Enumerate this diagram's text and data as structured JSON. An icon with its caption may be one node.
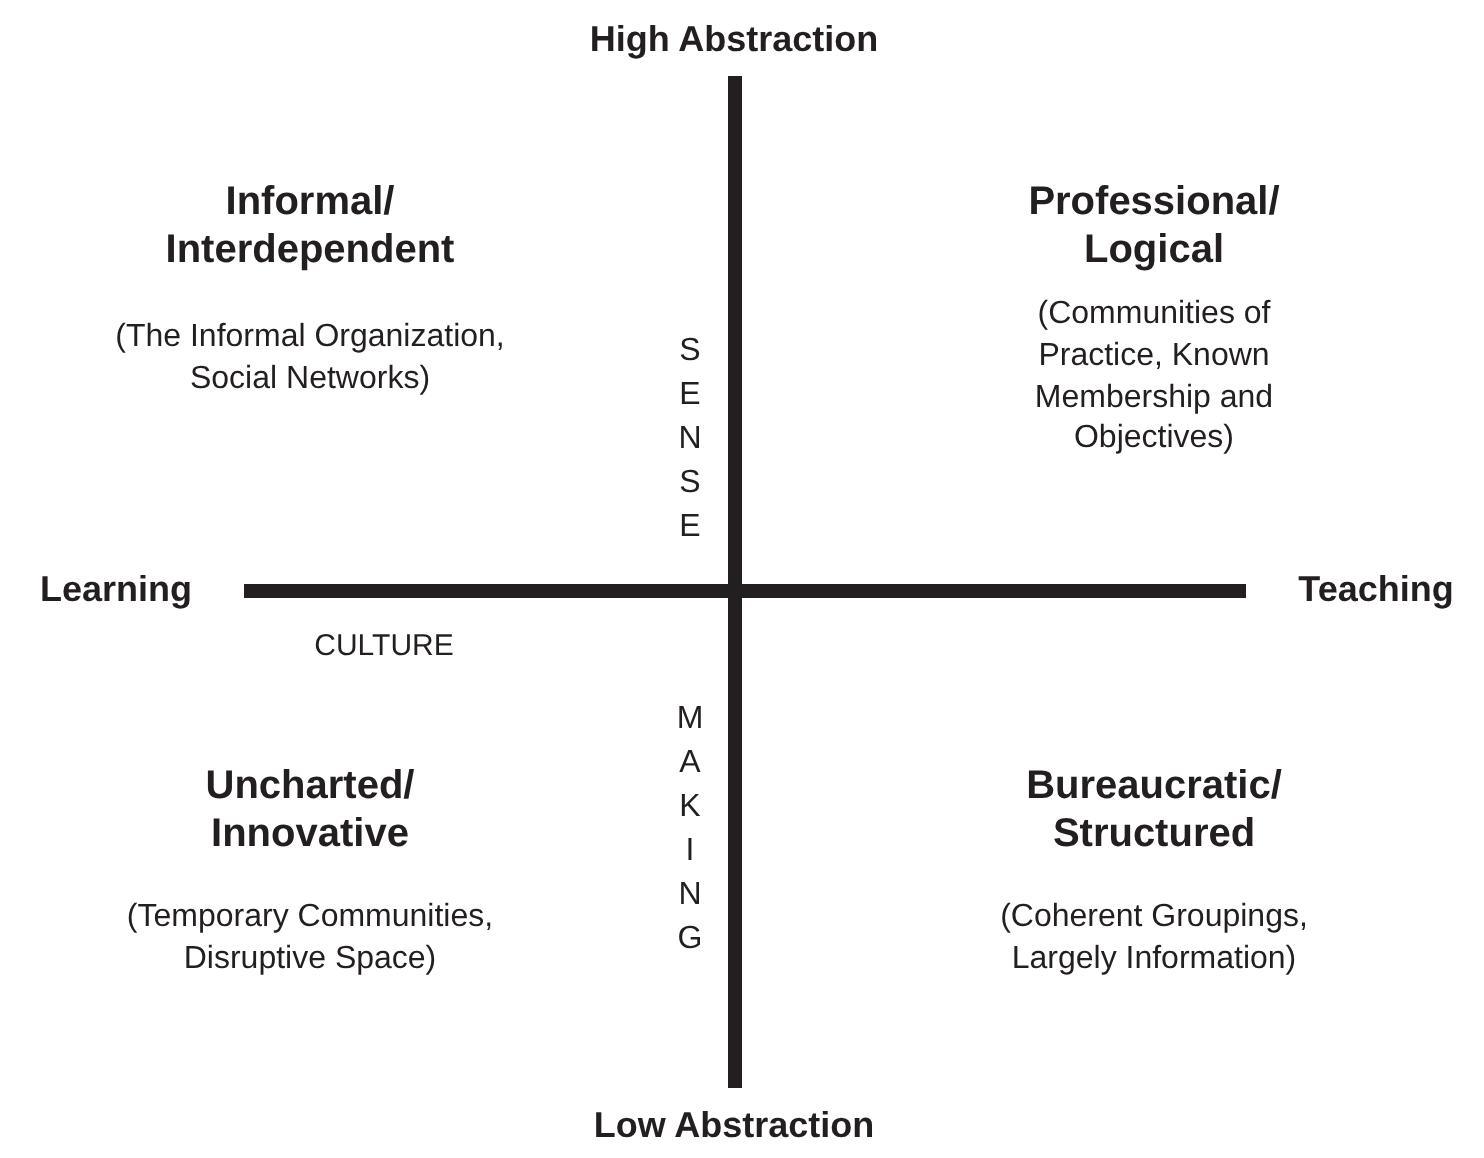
{
  "diagram": {
    "labels": [
      "High Abstraction",
      "Informal/ Interdependent",
      "(The Informal Organization, Social Networks)",
      "Professional/ Logical",
      "(Communities of Practice, Known Membership and Objectives)",
      "SENSE",
      "Learning",
      "Teaching",
      "CULTURE",
      "MAKING",
      "Uncharted/ Innovative",
      "(Temporary Communities, Disruptive Space)",
      "Bureaucratic/ Structured",
      "(Coherent Groupings, Largely Information)",
      "Low Abstraction"
    ]
  }
}
